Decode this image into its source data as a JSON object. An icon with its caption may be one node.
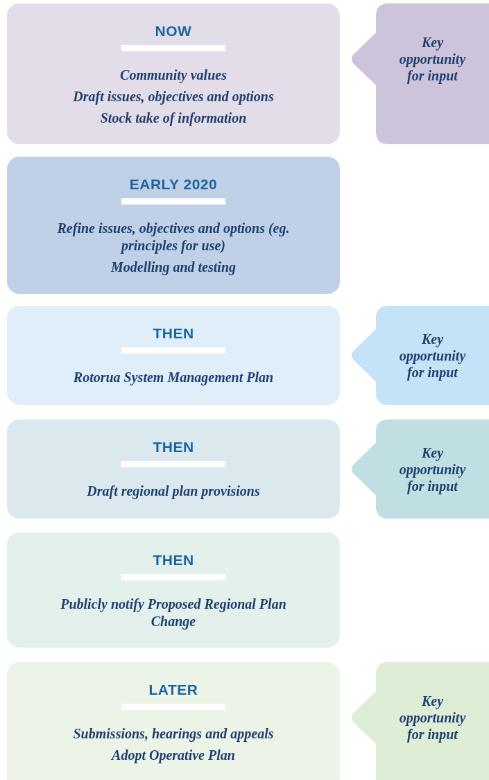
{
  "diagram": {
    "nodes": [
      {
        "text": [
          "NOW",
          "Community values",
          "Draft issues, objectives and options",
          "Stock take of information"
        ]
      },
      {
        "text": [
          "Key opportunity for input"
        ]
      },
      {
        "text": [
          "EARLY 2020",
          "Refine issues, objectives and options (eg. principles for use)",
          "Modelling and testing"
        ]
      },
      {
        "text": [
          "THEN",
          "Rotorua System Management Plan"
        ]
      },
      {
        "text": [
          "Key opportunity for input"
        ]
      },
      {
        "text": [
          "THEN",
          "Draft regional plan provisions"
        ]
      },
      {
        "text": [
          "Key opportunity for input"
        ]
      },
      {
        "text": [
          "THEN",
          "Publicly notify Proposed Regional Plan Change"
        ]
      },
      {
        "text": [
          "LATER",
          "Submissions, hearings and appeals",
          "Adopt Operative Plan"
        ]
      },
      {
        "text": [
          "Key opportunity for input"
        ]
      }
    ],
    "edges": []
  }
}
